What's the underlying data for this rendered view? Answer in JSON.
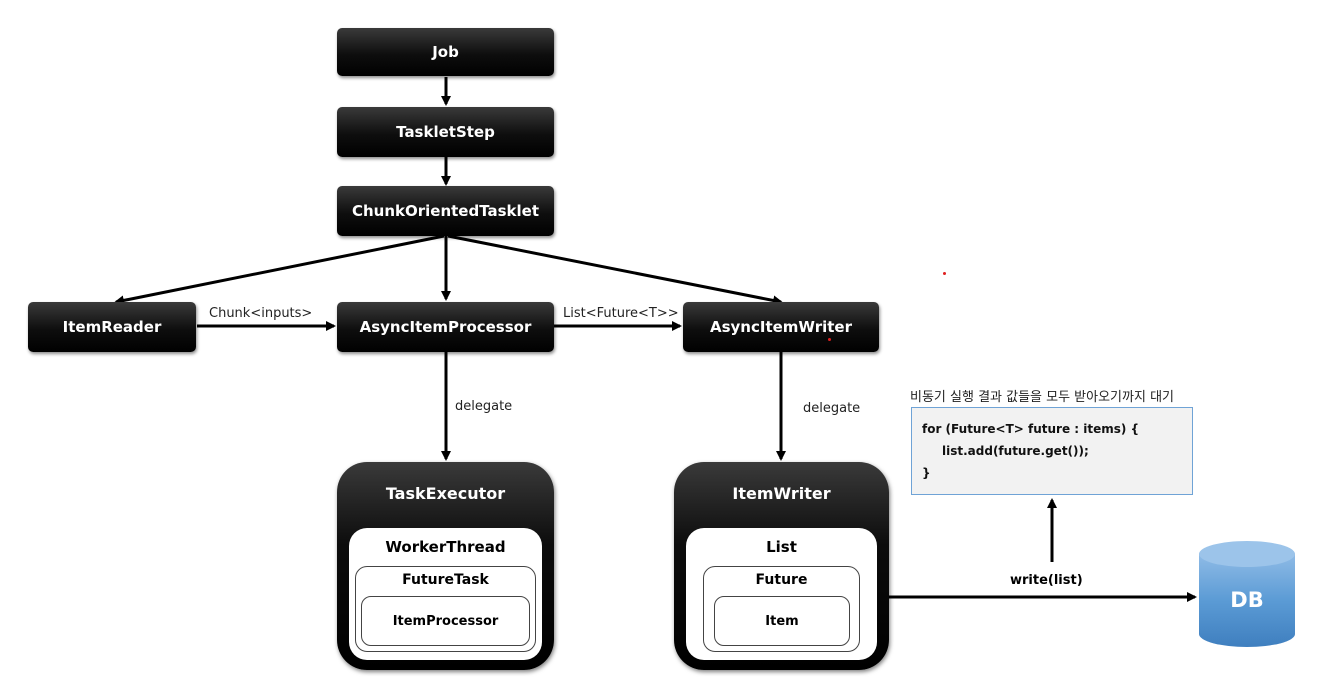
{
  "nodes": {
    "job": "Job",
    "tasklet_step": "TaskletStep",
    "chunk_oriented_tasklet": "ChunkOrientedTasklet",
    "item_reader": "ItemReader",
    "async_item_processor": "AsyncItemProcessor",
    "async_item_writer": "AsyncItemWriter"
  },
  "task_executor": {
    "title": "TaskExecutor",
    "worker_thread": "WorkerThread",
    "future_task": "FutureTask",
    "item_processor": "ItemProcessor"
  },
  "item_writer": {
    "title": "ItemWriter",
    "list": "List",
    "future": "Future",
    "item": "Item"
  },
  "edge_labels": {
    "chunk_inputs": "Chunk<inputs>",
    "list_future": "List<Future<T>>",
    "delegate_processor": "delegate",
    "delegate_writer": "delegate",
    "write_list": "write(list)"
  },
  "note": {
    "caption": "비동기 실행 결과 값들을 모두 받아오기까지 대기",
    "code_lines": [
      "for (Future<T>  future : items) {",
      "list.add(future.get());",
      "}"
    ]
  },
  "db": {
    "label": "DB"
  },
  "colors": {
    "node_fill": "#000000",
    "db_fill": "#5b9bd5",
    "note_border": "#6fa3d6",
    "note_fill": "#f2f2f2"
  }
}
